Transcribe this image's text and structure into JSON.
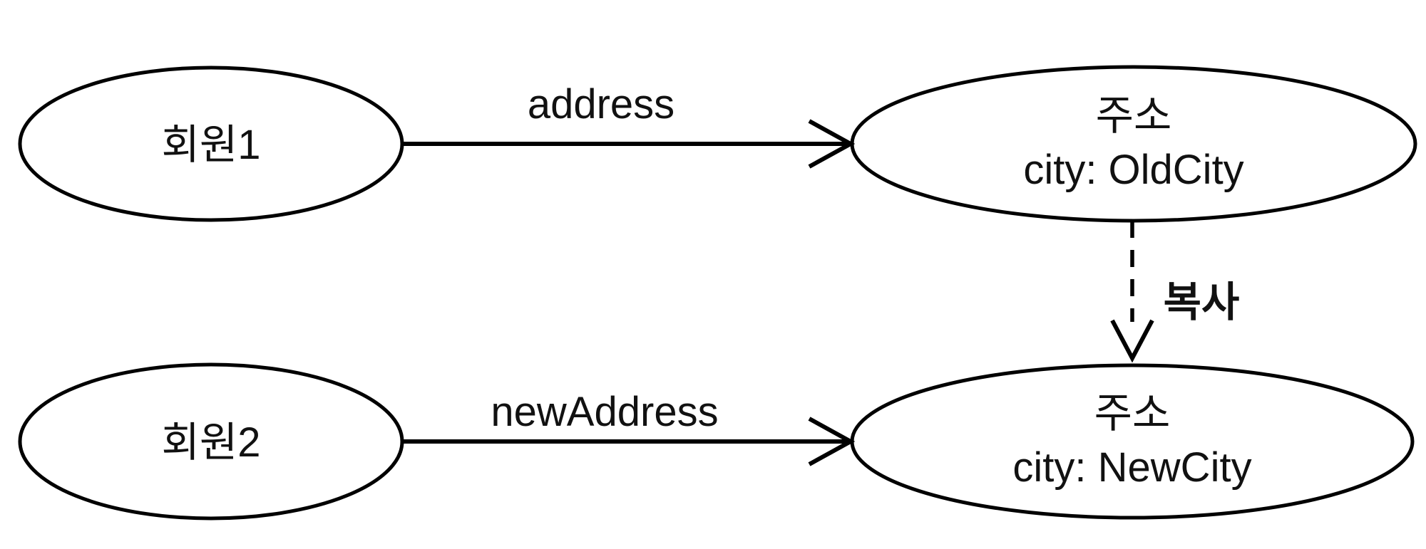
{
  "diagram": {
    "nodes": {
      "member1": {
        "label": "회원1"
      },
      "member2": {
        "label": "회원2"
      },
      "address_old": {
        "title": "주소",
        "attribute": "city: OldCity"
      },
      "address_new": {
        "title": "주소",
        "attribute": "city: NewCity"
      }
    },
    "edges": {
      "address": {
        "label": "address"
      },
      "new_address": {
        "label": "newAddress"
      },
      "copy": {
        "label": "복사"
      }
    },
    "colors": {
      "background": "#ffffff",
      "stroke": "#000000",
      "text": "#111111"
    }
  }
}
